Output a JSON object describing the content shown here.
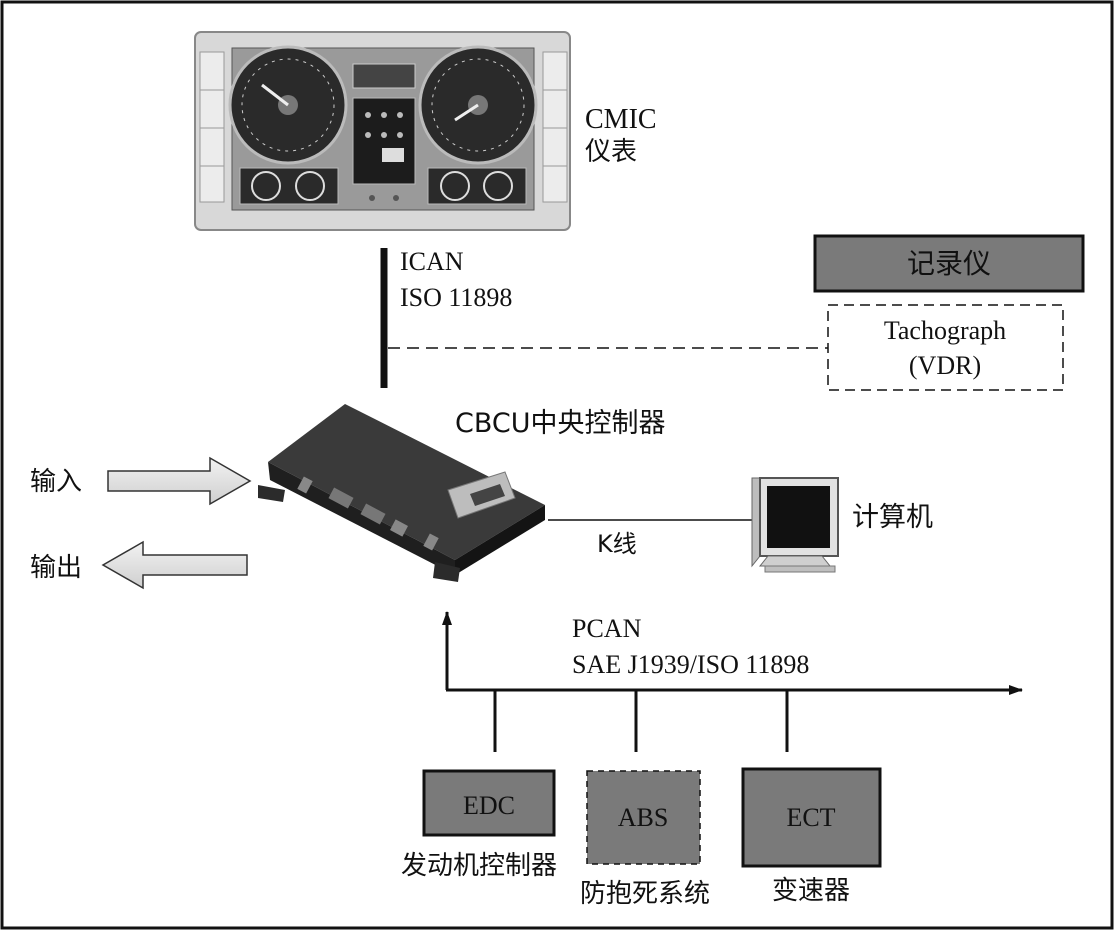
{
  "cmic": {
    "line1": "CMIC",
    "line2": "仪表"
  },
  "ican": {
    "line1": "ICAN",
    "line2": "ISO 11898"
  },
  "recorder": {
    "label": "记录仪"
  },
  "tachograph": {
    "line1": "Tachograph",
    "line2": "(VDR)"
  },
  "cbcu": {
    "label": "CBCU中央控制器"
  },
  "io": {
    "input": "输入",
    "output": "输出"
  },
  "kline": {
    "label": "K线"
  },
  "computer": {
    "label": "计算机"
  },
  "pcan": {
    "line1": "PCAN",
    "line2": "SAE J1939/ISO 11898"
  },
  "ecus": {
    "edc": {
      "box": "EDC",
      "caption": "发动机控制器"
    },
    "abs": {
      "box": "ABS",
      "caption": "防抱死系统"
    },
    "ect": {
      "box": "ECT",
      "caption": "变速器"
    }
  },
  "colors": {
    "box_fill": "#7a7a7a",
    "line": "#111111"
  }
}
